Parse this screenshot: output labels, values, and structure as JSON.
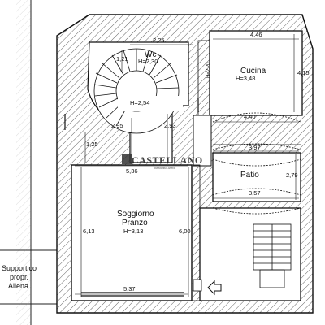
{
  "rooms": {
    "wc": {
      "name": "Wc",
      "height": "H=2,30"
    },
    "cucina": {
      "name": "Cucina",
      "height": "H=3,48"
    },
    "patio": {
      "name": "Patio"
    },
    "soggiorno": {
      "name_line1": "Soggiorno",
      "name_line2": "Pranzo",
      "height": "H=3,13"
    },
    "landing": {
      "height": "H=2,54"
    },
    "side": {
      "height": "H=2,20"
    }
  },
  "dimensions": {
    "top_225": "2,25",
    "top_446": "4,46",
    "d_121": "1,21",
    "d_415": "4,15",
    "d_440": "4,40",
    "d_295": "2,95",
    "d_293": "2,93",
    "d_125": "1,25",
    "d_397": "3,97",
    "d_536": "5,36",
    "d_279": "2,79",
    "d_357": "3,57",
    "d_613": "6,13",
    "d_600": "6,00",
    "d_537": "5,37"
  },
  "neighbor": {
    "line1": "Supportico",
    "line2": "propr.",
    "line3": "Aliena"
  },
  "watermark": {
    "brand": "CASTELLANO",
    "sub": "IMMOBILIARE"
  },
  "icons": {
    "hatch": "wall-hatch-pattern",
    "arrow": "arrow-left-icon",
    "stairs": "spiral-stair-icon"
  }
}
